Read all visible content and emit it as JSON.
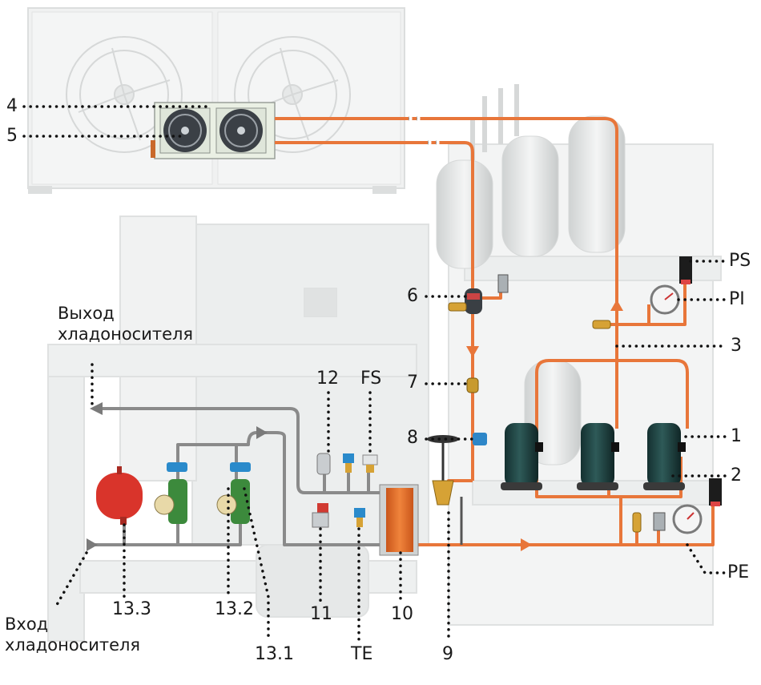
{
  "labels": {
    "l4": "4",
    "l5": "5",
    "l6": "6",
    "l7": "7",
    "l8": "8",
    "l1": "1",
    "l2": "2",
    "l3": "3",
    "l12": "12",
    "lFS": "FS",
    "lPS": "PS",
    "lPI": "PI",
    "lPE": "PE",
    "l13_3": "13.3",
    "l13_2": "13.2",
    "l13_1": "13.1",
    "l11": "11",
    "lTE": "TE",
    "l10": "10",
    "l9": "9"
  },
  "outlet": {
    "line1": "Выход",
    "line2": "хладоносителя"
  },
  "inlet": {
    "line1": "Вход",
    "line2": "хладоносителя"
  },
  "colors": {
    "refrigerant_pipe": "#e8763a",
    "coolant_pipe": "#8a8a8a",
    "compressor": "#1f3b3a",
    "expansion_tank": "#d9342b",
    "pump": "#3c8a3c",
    "heat_exchanger": "#e86a1e",
    "frame": "#e4e6e6"
  }
}
